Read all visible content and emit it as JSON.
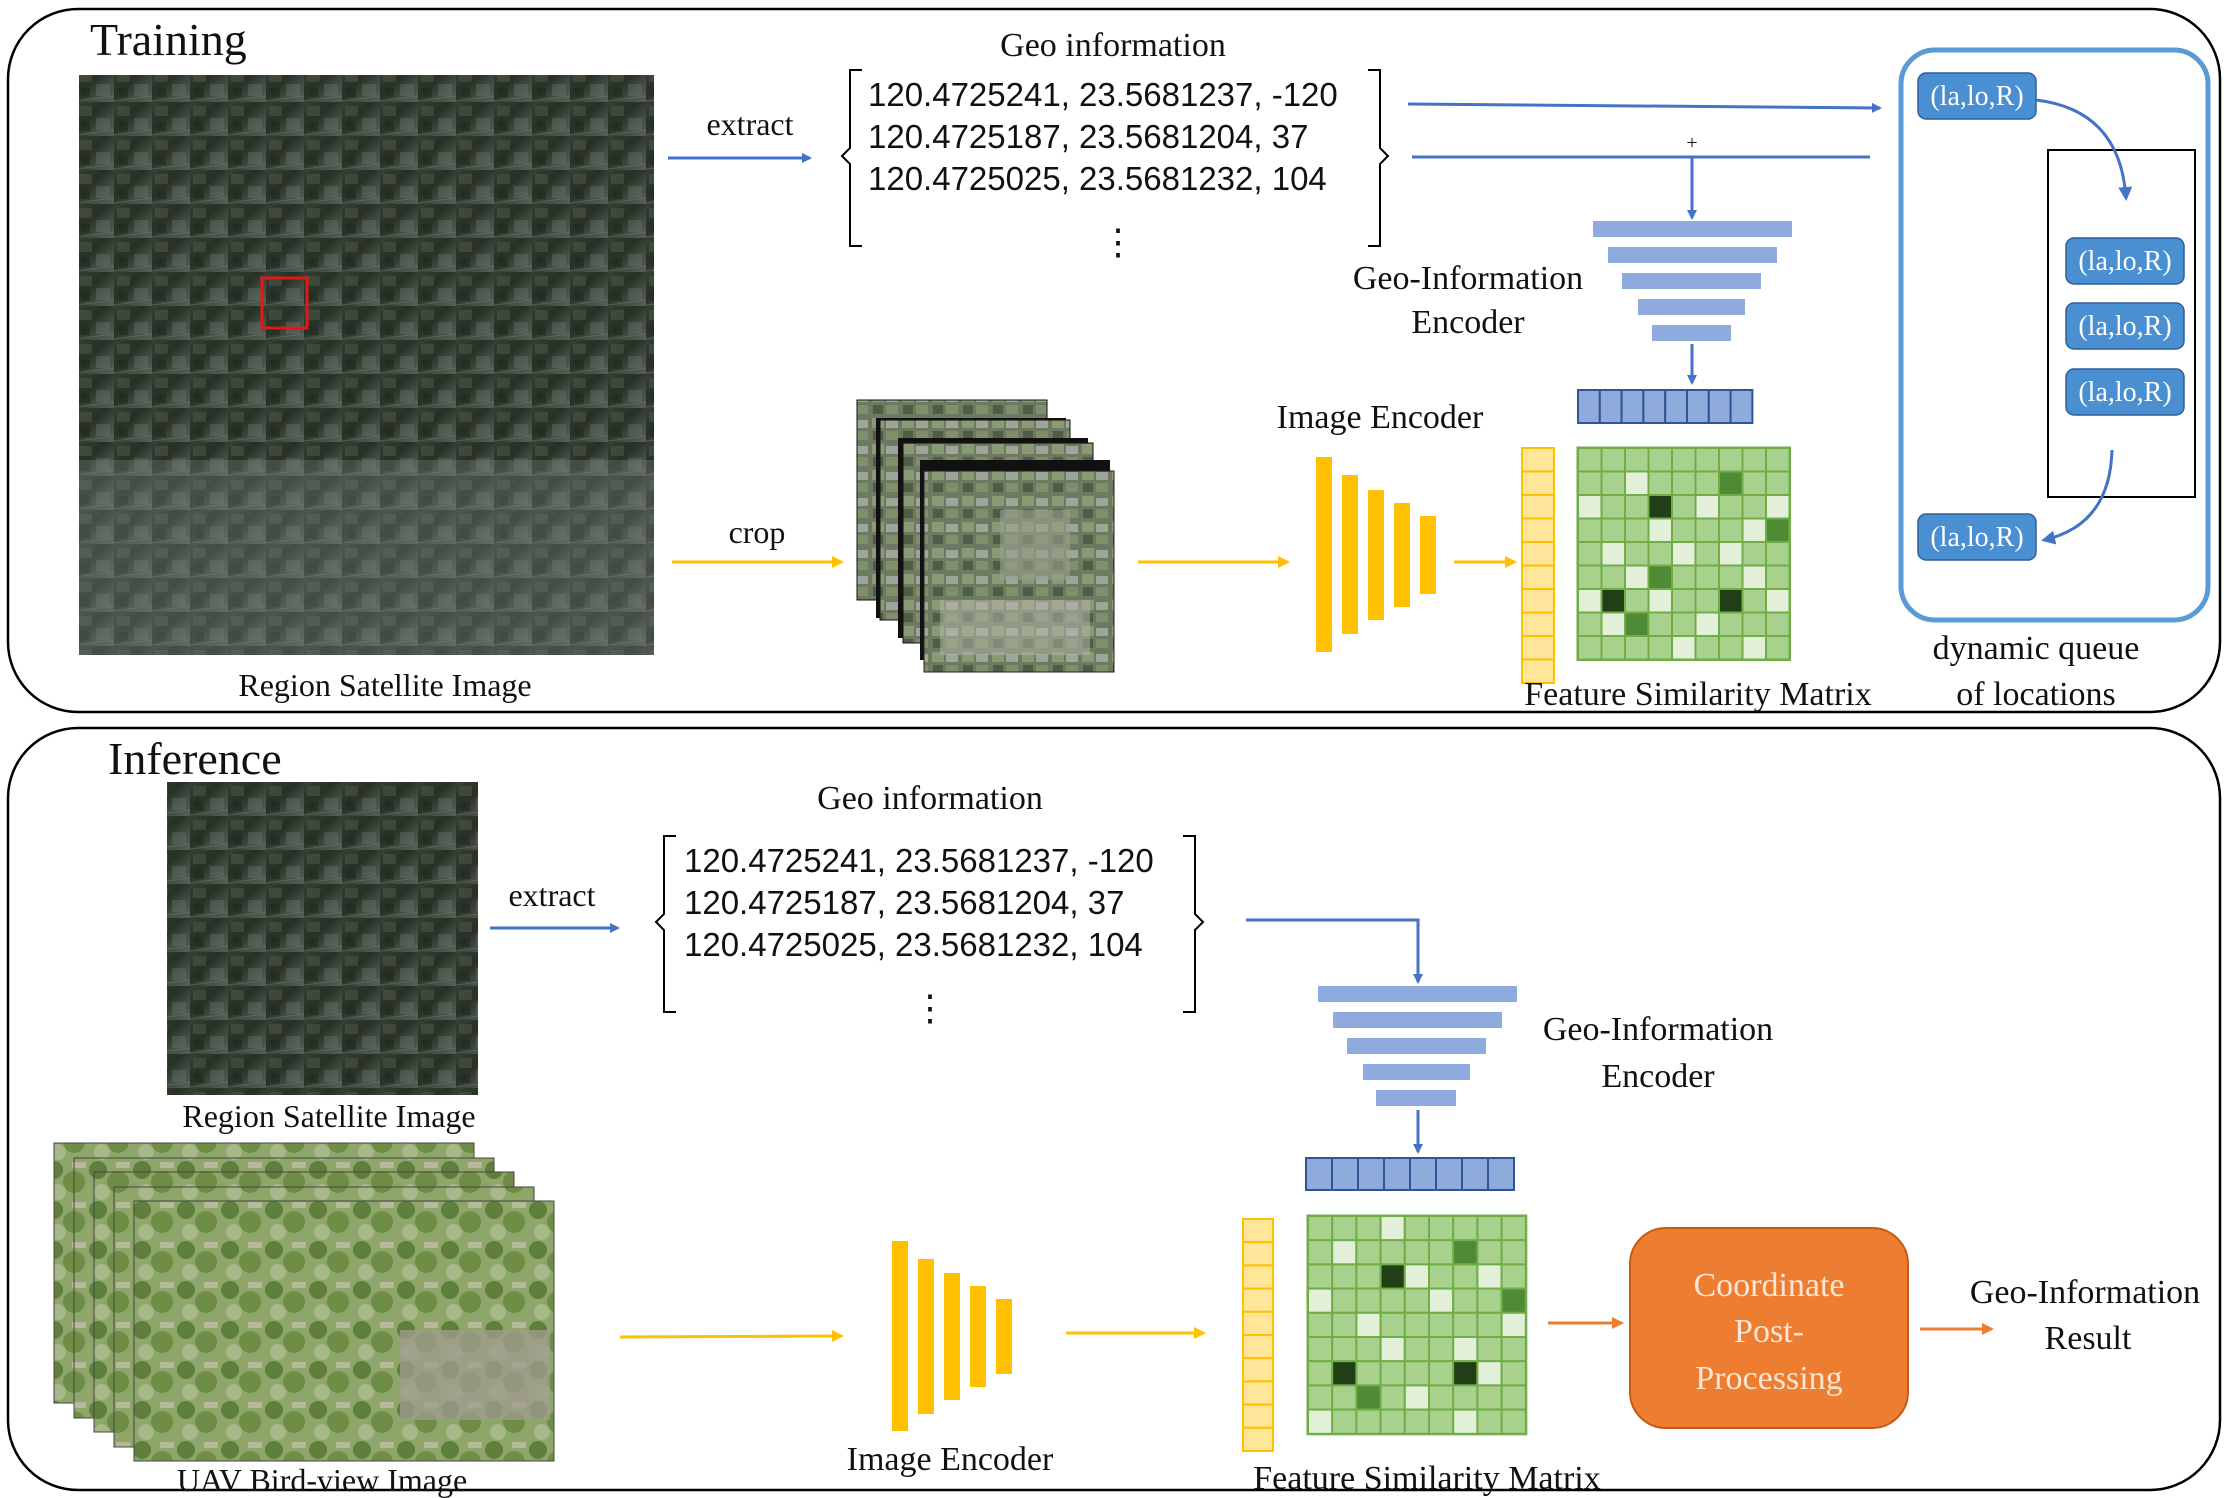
{
  "training": {
    "title": "Training",
    "geo_header": "Geo information",
    "geo_rows": [
      "120.4725241, 23.5681237, -120",
      "120.4725187, 23.5681204, 37",
      "120.4725025, 23.5681232, 104"
    ],
    "geo_ellipsis": "⋮",
    "extract_label": "extract",
    "crop_label": "crop",
    "plus_label": "+",
    "geo_encoder_line1": "Geo-Information",
    "geo_encoder_line2": "Encoder",
    "image_encoder_label": "Image Encoder",
    "sat_caption": "Region Satellite Image",
    "matrix_caption": "Feature Similarity Matrix",
    "queue_item_label": "(la,lo,R)",
    "queue_caption_line1": "dynamic queue",
    "queue_caption_line2": "of locations"
  },
  "inference": {
    "title": "Inference",
    "geo_header": "Geo information",
    "geo_rows": [
      "120.4725241, 23.5681237, -120",
      "120.4725187, 23.5681204, 37",
      "120.4725025, 23.5681232, 104"
    ],
    "geo_ellipsis": "⋮",
    "extract_label": "extract",
    "geo_encoder_line1": "Geo-Information",
    "geo_encoder_line2": "Encoder",
    "image_encoder_label": "Image Encoder",
    "sat_caption": "Region Satellite Image",
    "uav_caption": "UAV Bird-view Image",
    "matrix_caption": "Feature Similarity Matrix",
    "post_line1": "Coordinate",
    "post_line2": "Post-",
    "post_line3": "Processing",
    "result_line1": "Geo-Information",
    "result_line2": "Result"
  },
  "colors": {
    "blue_arrow": "#4472c4",
    "blue_bar": "#8faadc",
    "yellow": "#ffc000",
    "orange": "#ed7d31",
    "queue_border": "#5b9bd5",
    "queue_item": "#4a8fd1",
    "matrix_green": "#a9d18e",
    "matrix_border": "#70ad47"
  }
}
